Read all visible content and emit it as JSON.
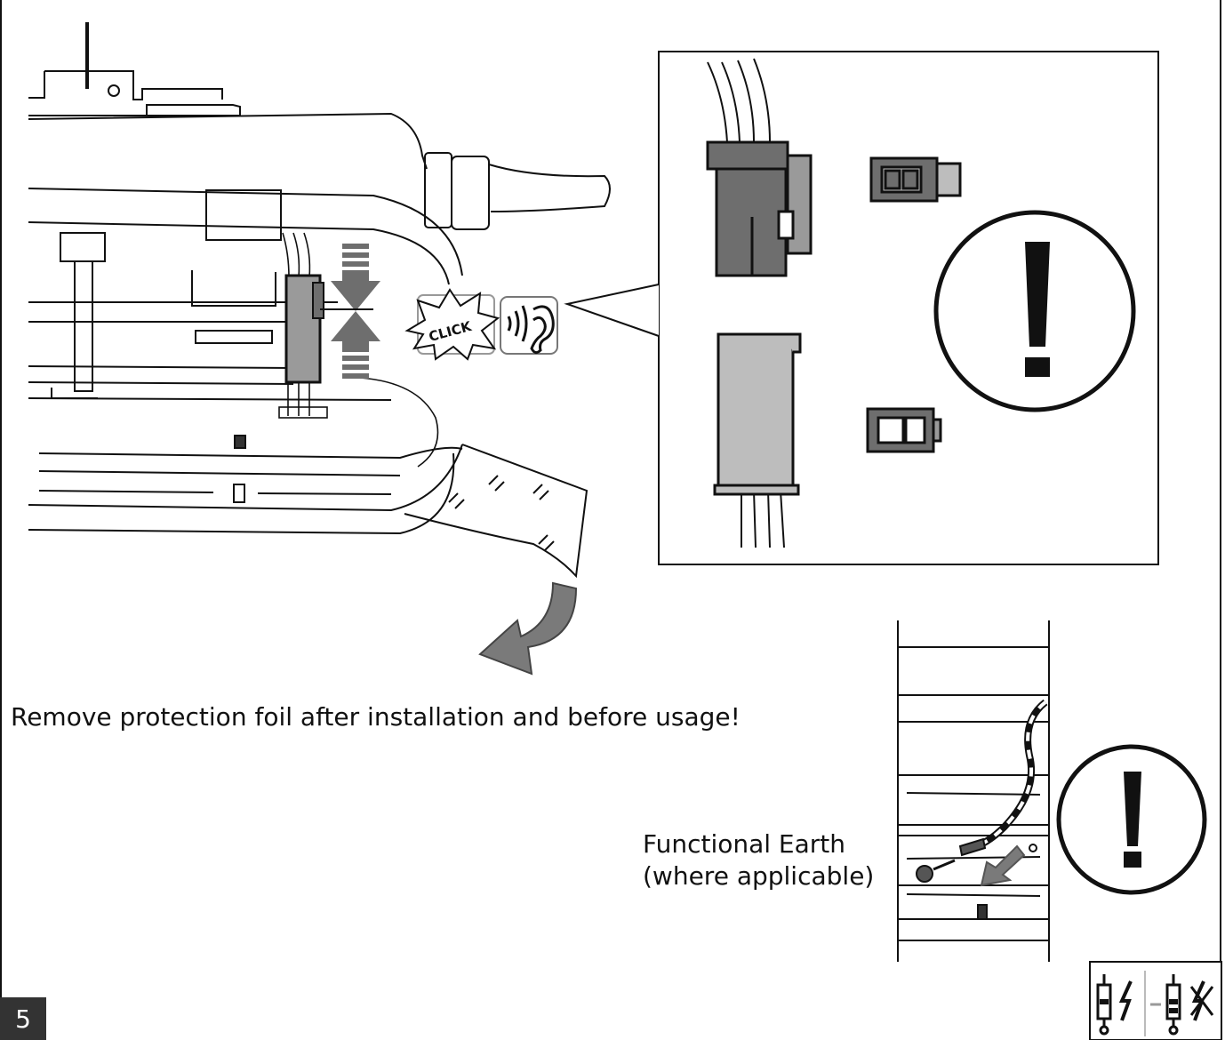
{
  "instructions": {
    "foil_note": "Remove protection foil after installation and before usage!",
    "functional_earth_line1": "Functional Earth",
    "functional_earth_line2": "(where applicable)",
    "click_text": "CLICK"
  },
  "page": {
    "number": "5"
  },
  "icons": {
    "warning_large": "exclamation-circle-icon",
    "warning_small": "exclamation-circle-icon",
    "hearing": "ear-icon",
    "click": "click-burst-icon",
    "power_off": "power-disconnect-icon"
  },
  "colors": {
    "connector_gray": "#6e6e6e",
    "connector_light": "#bdbdbd",
    "arrow_gray": "#7a7a7a",
    "line": "#111111"
  }
}
